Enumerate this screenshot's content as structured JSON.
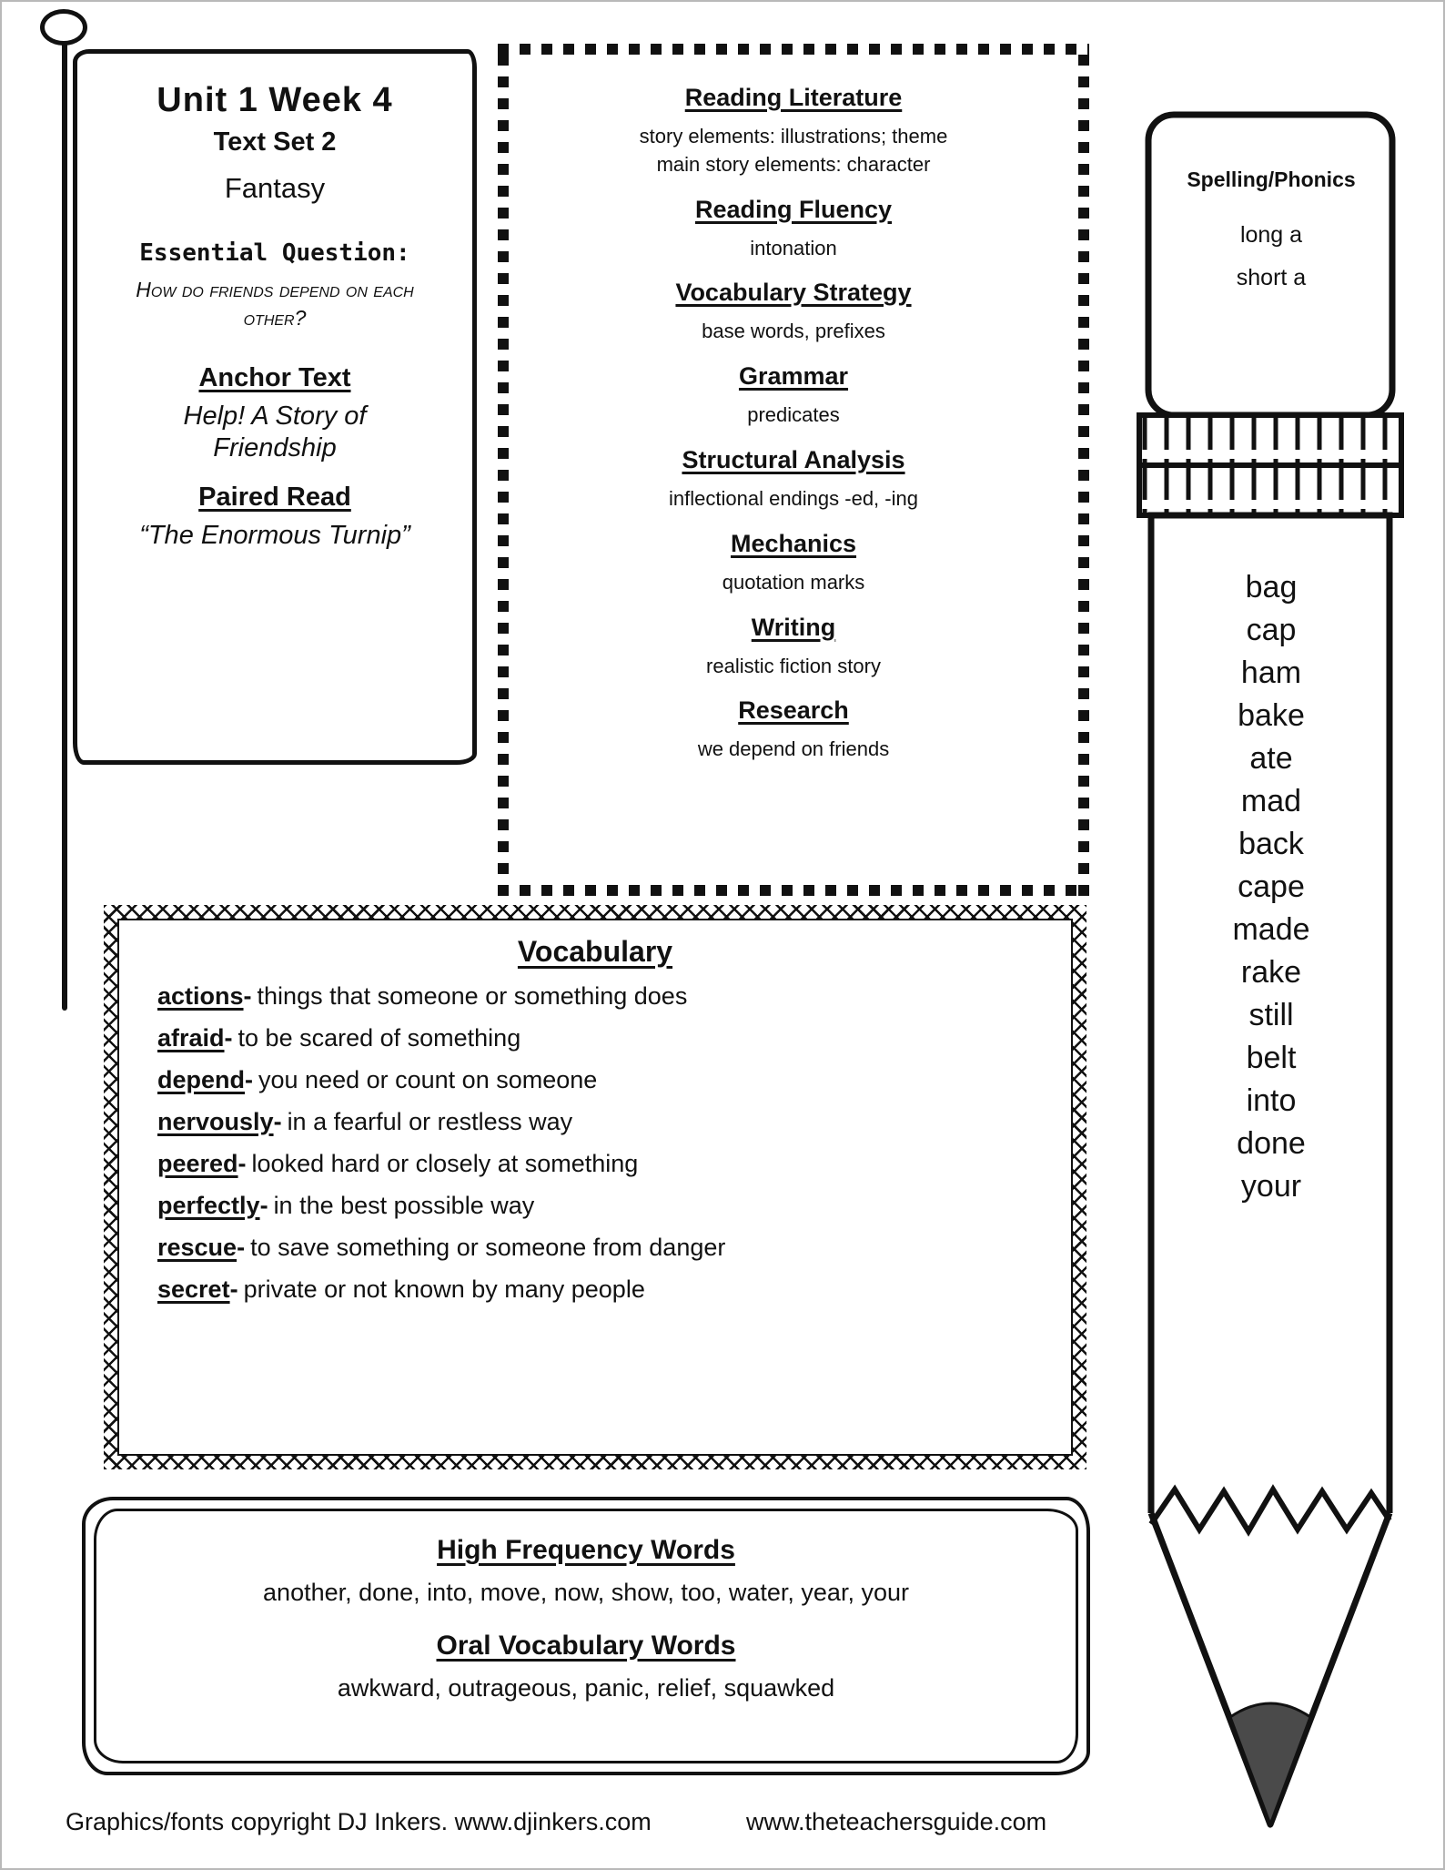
{
  "banner": {
    "title": "Unit 1 Week 4",
    "subtitle": "Text Set 2",
    "genre": "Fantasy",
    "essential_question_label": "Essential Question:",
    "essential_question": "How do friends depend on each other?",
    "anchor_text_label": "Anchor Text",
    "anchor_text": "Help! A Story of Friendship",
    "paired_read_label": "Paired Read",
    "paired_read": "“The Enormous Turnip”"
  },
  "curriculum": {
    "sections": [
      {
        "heading": "Reading Literature",
        "body": "story elements: illustrations;  theme\nmain story elements: character"
      },
      {
        "heading": "Reading Fluency",
        "body": "intonation"
      },
      {
        "heading": "Vocabulary Strategy",
        "body": "base words, prefixes"
      },
      {
        "heading": "Grammar",
        "body": "predicates"
      },
      {
        "heading": "Structural Analysis",
        "body": "inflectional endings  -ed,  -ing"
      },
      {
        "heading": "Mechanics",
        "body": "quotation marks"
      },
      {
        "heading": "Writing",
        "body": "realistic fiction story"
      },
      {
        "heading": "Research",
        "body": "we depend on friends"
      }
    ]
  },
  "pencil": {
    "header": "Spelling/Phonics",
    "skills": [
      "long a",
      "short a"
    ],
    "words": [
      "bag",
      "cap",
      "ham",
      "bake",
      "ate",
      "mad",
      "back",
      "cape",
      "made",
      "rake",
      "still",
      "belt",
      "into",
      "done",
      "your"
    ]
  },
  "vocabulary": {
    "title": "Vocabulary",
    "separator": "-",
    "entries": [
      {
        "term": "actions",
        "definition": "things that someone or something does"
      },
      {
        "term": "afraid",
        "definition": "to be scared of something"
      },
      {
        "term": "depend",
        "definition": "you need or count on someone"
      },
      {
        "term": "nervously",
        "definition": "in a fearful or restless way"
      },
      {
        "term": "peered",
        "definition": "looked hard or closely at something"
      },
      {
        "term": "perfectly",
        "definition": "in the best possible way"
      },
      {
        "term": "rescue",
        "definition": "to save something or someone from danger"
      },
      {
        "term": "secret",
        "definition": "private or not known by many people"
      }
    ]
  },
  "word_lists": {
    "high_frequency_title": "High Frequency Words",
    "high_frequency_words": "another, done, into, move, now, show, too, water, year, your",
    "oral_vocabulary_title": "Oral Vocabulary Words",
    "oral_vocabulary_words": "awkward, outrageous, panic, relief, squawked"
  },
  "footer": {
    "credit": "Graphics/fonts copyright DJ Inkers. www.djinkers.com",
    "site": "www.theteachersguide.com"
  },
  "colors": {
    "ink": "#111111",
    "pencil_lead": "#4a4a4a"
  }
}
